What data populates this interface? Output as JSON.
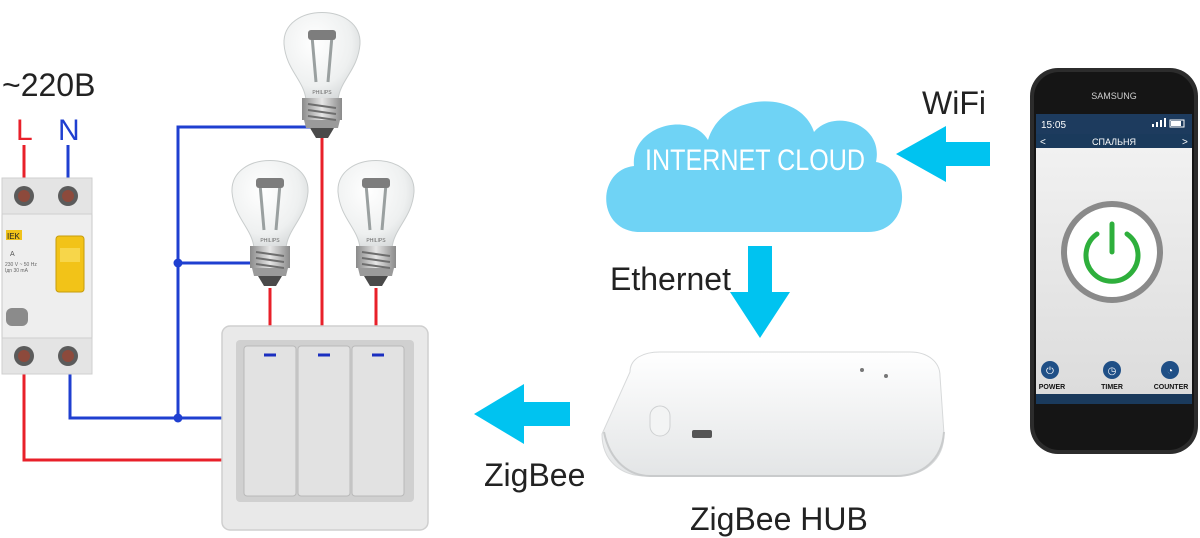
{
  "voltage_label": "~220B",
  "line_label": "L",
  "neutral_label": "N",
  "breaker": {
    "brand": "IEK",
    "rating": "A",
    "spec_line1": "230 V ~   50 Hz",
    "spec_line2": "Iдn 30 mA"
  },
  "bulb_brand": "PHILIPS",
  "cloud_label": "INTERNET CLOUD",
  "wifi_label": "WiFi",
  "ethernet_label": "Ethernet",
  "zigbee_label": "ZigBee",
  "hub_label": "ZigBee HUB",
  "phone": {
    "brand": "SAMSUNG",
    "time": "15:05",
    "room": "СПАЛЬНЯ",
    "prev": "<",
    "next": ">",
    "buttons": [
      "POWER",
      "TIMER",
      "COUNTER"
    ]
  },
  "colors": {
    "live_wire": "#e8202a",
    "neutral_wire": "#1f3fd0",
    "arrow": "#00c3f0",
    "cloud": "#6fd3f5",
    "power_ring": "#2eaf3c"
  }
}
